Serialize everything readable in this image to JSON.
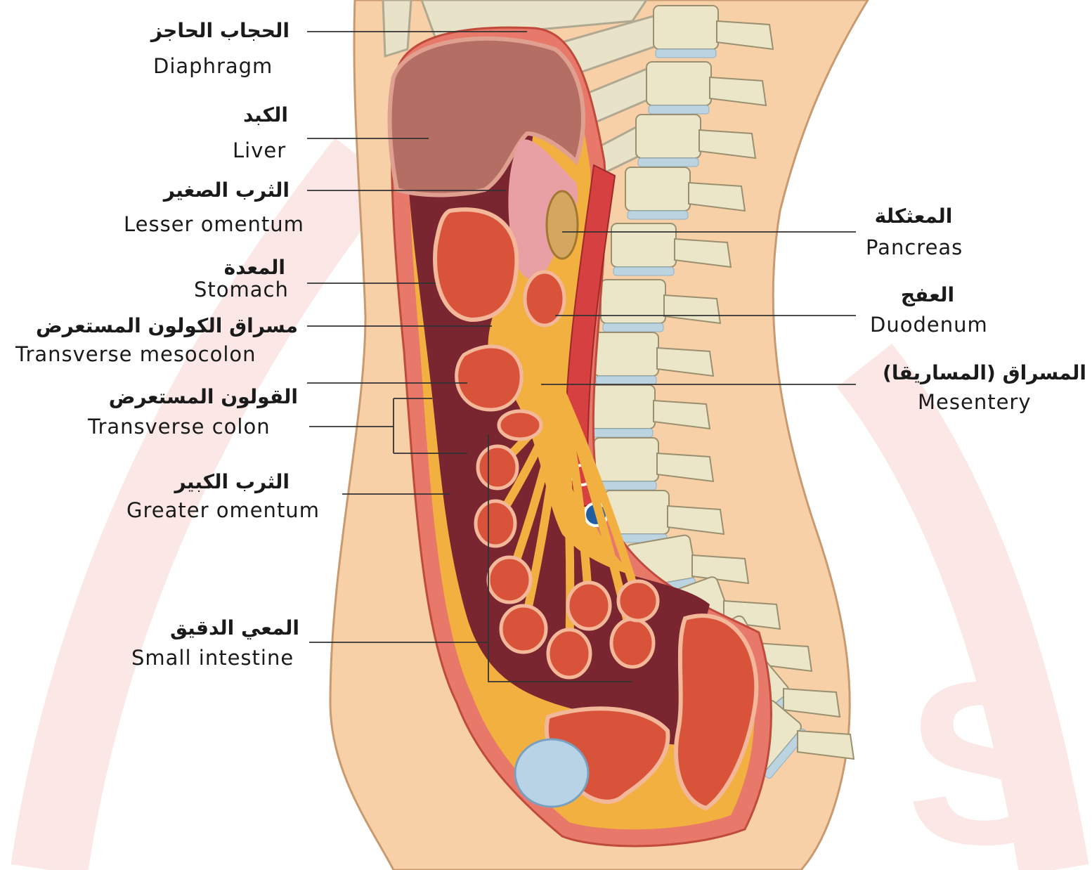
{
  "labels": {
    "diaphragm": {
      "ar": "الحجاب الحاجز",
      "en": "Diaphragm"
    },
    "liver": {
      "ar": "الكبد",
      "en": "Liver"
    },
    "lesser_omentum": {
      "ar": "الثرب الصغير",
      "en": "Lesser omentum"
    },
    "stomach": {
      "ar": "المعدة",
      "en": "Stomach"
    },
    "transverse_mesocolon": {
      "ar": "مسراق الكولون المستعرض",
      "en": "Transverse mesocolon"
    },
    "transverse_colon": {
      "ar": "القولون المستعرض",
      "en": "Transverse colon"
    },
    "greater_omentum": {
      "ar": "الثرب الكبير",
      "en": "Greater omentum"
    },
    "small_intestine": {
      "ar": "المعي الدقيق",
      "en": "Small intestine"
    },
    "pancreas": {
      "ar": "المعثكلة",
      "en": "Pancreas"
    },
    "duodenum": {
      "ar": "العفج",
      "en": "Duodenum"
    },
    "mesentery": {
      "ar": "المسراق (المساريقا)",
      "en": "Mesentery"
    }
  },
  "colors": {
    "skin": "#f7d0a8",
    "skin_outline": "#c99a70",
    "peritoneum": "#e8786a",
    "cavity": "#7a2630",
    "liver": "#b56e64",
    "organ": "#d9533a",
    "organ_rim": "#f3b79a",
    "fat": "#f2b040",
    "bone": "#ece6c8",
    "disc": "#bcd3e0",
    "watermark": "#fbe8e6"
  }
}
